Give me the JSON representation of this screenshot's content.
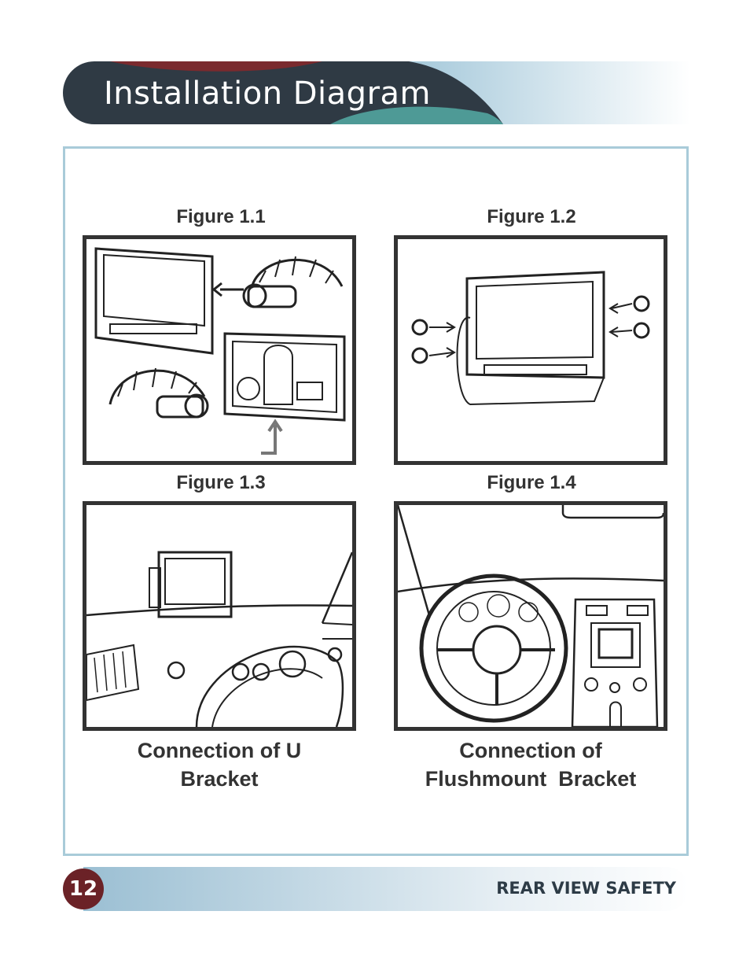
{
  "header": {
    "title": "Installation Diagram"
  },
  "figures": [
    {
      "label": "Figure 1.1"
    },
    {
      "label": "Figure 1.2"
    },
    {
      "label": "Figure 1.3"
    },
    {
      "label": "Figure 1.4"
    }
  ],
  "captions": {
    "u_bracket": [
      "Connection of U",
      "Bracket"
    ],
    "flushmount": [
      "Connection of",
      "Flushmount  Bracket"
    ]
  },
  "footer": {
    "page_number": "12",
    "brand": "REAR VIEW SAFETY"
  },
  "colors": {
    "banner_dark": "#2f3a44",
    "banner_red": "#7a2a2e",
    "banner_teal": "#4e9a96",
    "banner_blue": "#a6c8da",
    "frame_border": "#a9cbd9",
    "page_badge": "#6b2227"
  }
}
